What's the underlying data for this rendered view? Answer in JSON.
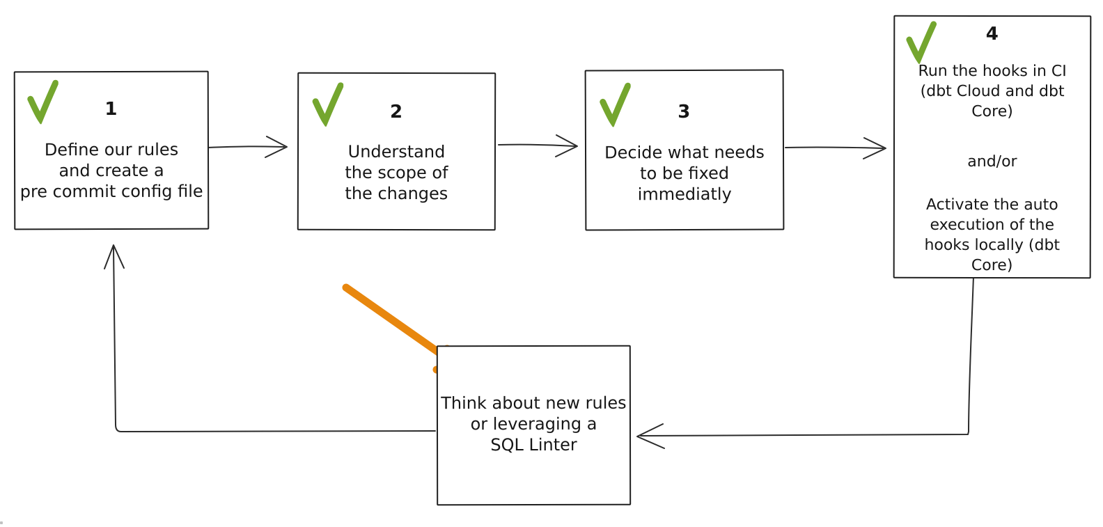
{
  "diagram": {
    "background_color": "#ffffff",
    "stroke_color": "#1f1f1f",
    "check_color": "#74a62e",
    "highlight_arrow_color": "#e8870e",
    "steps": [
      {
        "id": "step-1",
        "number": "1",
        "checked": true,
        "lines": [
          "Define our rules",
          "and create a",
          "pre commit config file"
        ]
      },
      {
        "id": "step-2",
        "number": "2",
        "checked": true,
        "lines": [
          "Understand",
          "the scope of",
          "the changes"
        ]
      },
      {
        "id": "step-3",
        "number": "3",
        "checked": true,
        "lines": [
          "Decide what needs",
          "to be fixed",
          "immediatly"
        ]
      },
      {
        "id": "step-4",
        "number": "4",
        "checked": true,
        "lines_top": [
          "Run the hooks in CI",
          "(dbt Cloud and dbt",
          "Core)"
        ],
        "connector": "and/or",
        "lines_bottom": [
          "Activate the auto",
          "execution of the",
          "hooks locally (dbt",
          "Core)"
        ]
      },
      {
        "id": "feedback-box",
        "number": "",
        "checked": false,
        "lines": [
          "Think about new rules",
          "or leveraging a",
          "SQL Linter"
        ]
      }
    ],
    "connections": [
      {
        "from": "step-1",
        "to": "step-2",
        "style": "sketch-black"
      },
      {
        "from": "step-2",
        "to": "step-3",
        "style": "sketch-black"
      },
      {
        "from": "step-3",
        "to": "step-4",
        "style": "sketch-black"
      },
      {
        "from": "step-4",
        "to": "feedback-box",
        "style": "sketch-black-elbow"
      },
      {
        "from": "feedback-box",
        "to": "step-1",
        "style": "sketch-black-elbow"
      },
      {
        "from": "annotation",
        "to": "feedback-box",
        "style": "orange-highlight"
      }
    ]
  }
}
